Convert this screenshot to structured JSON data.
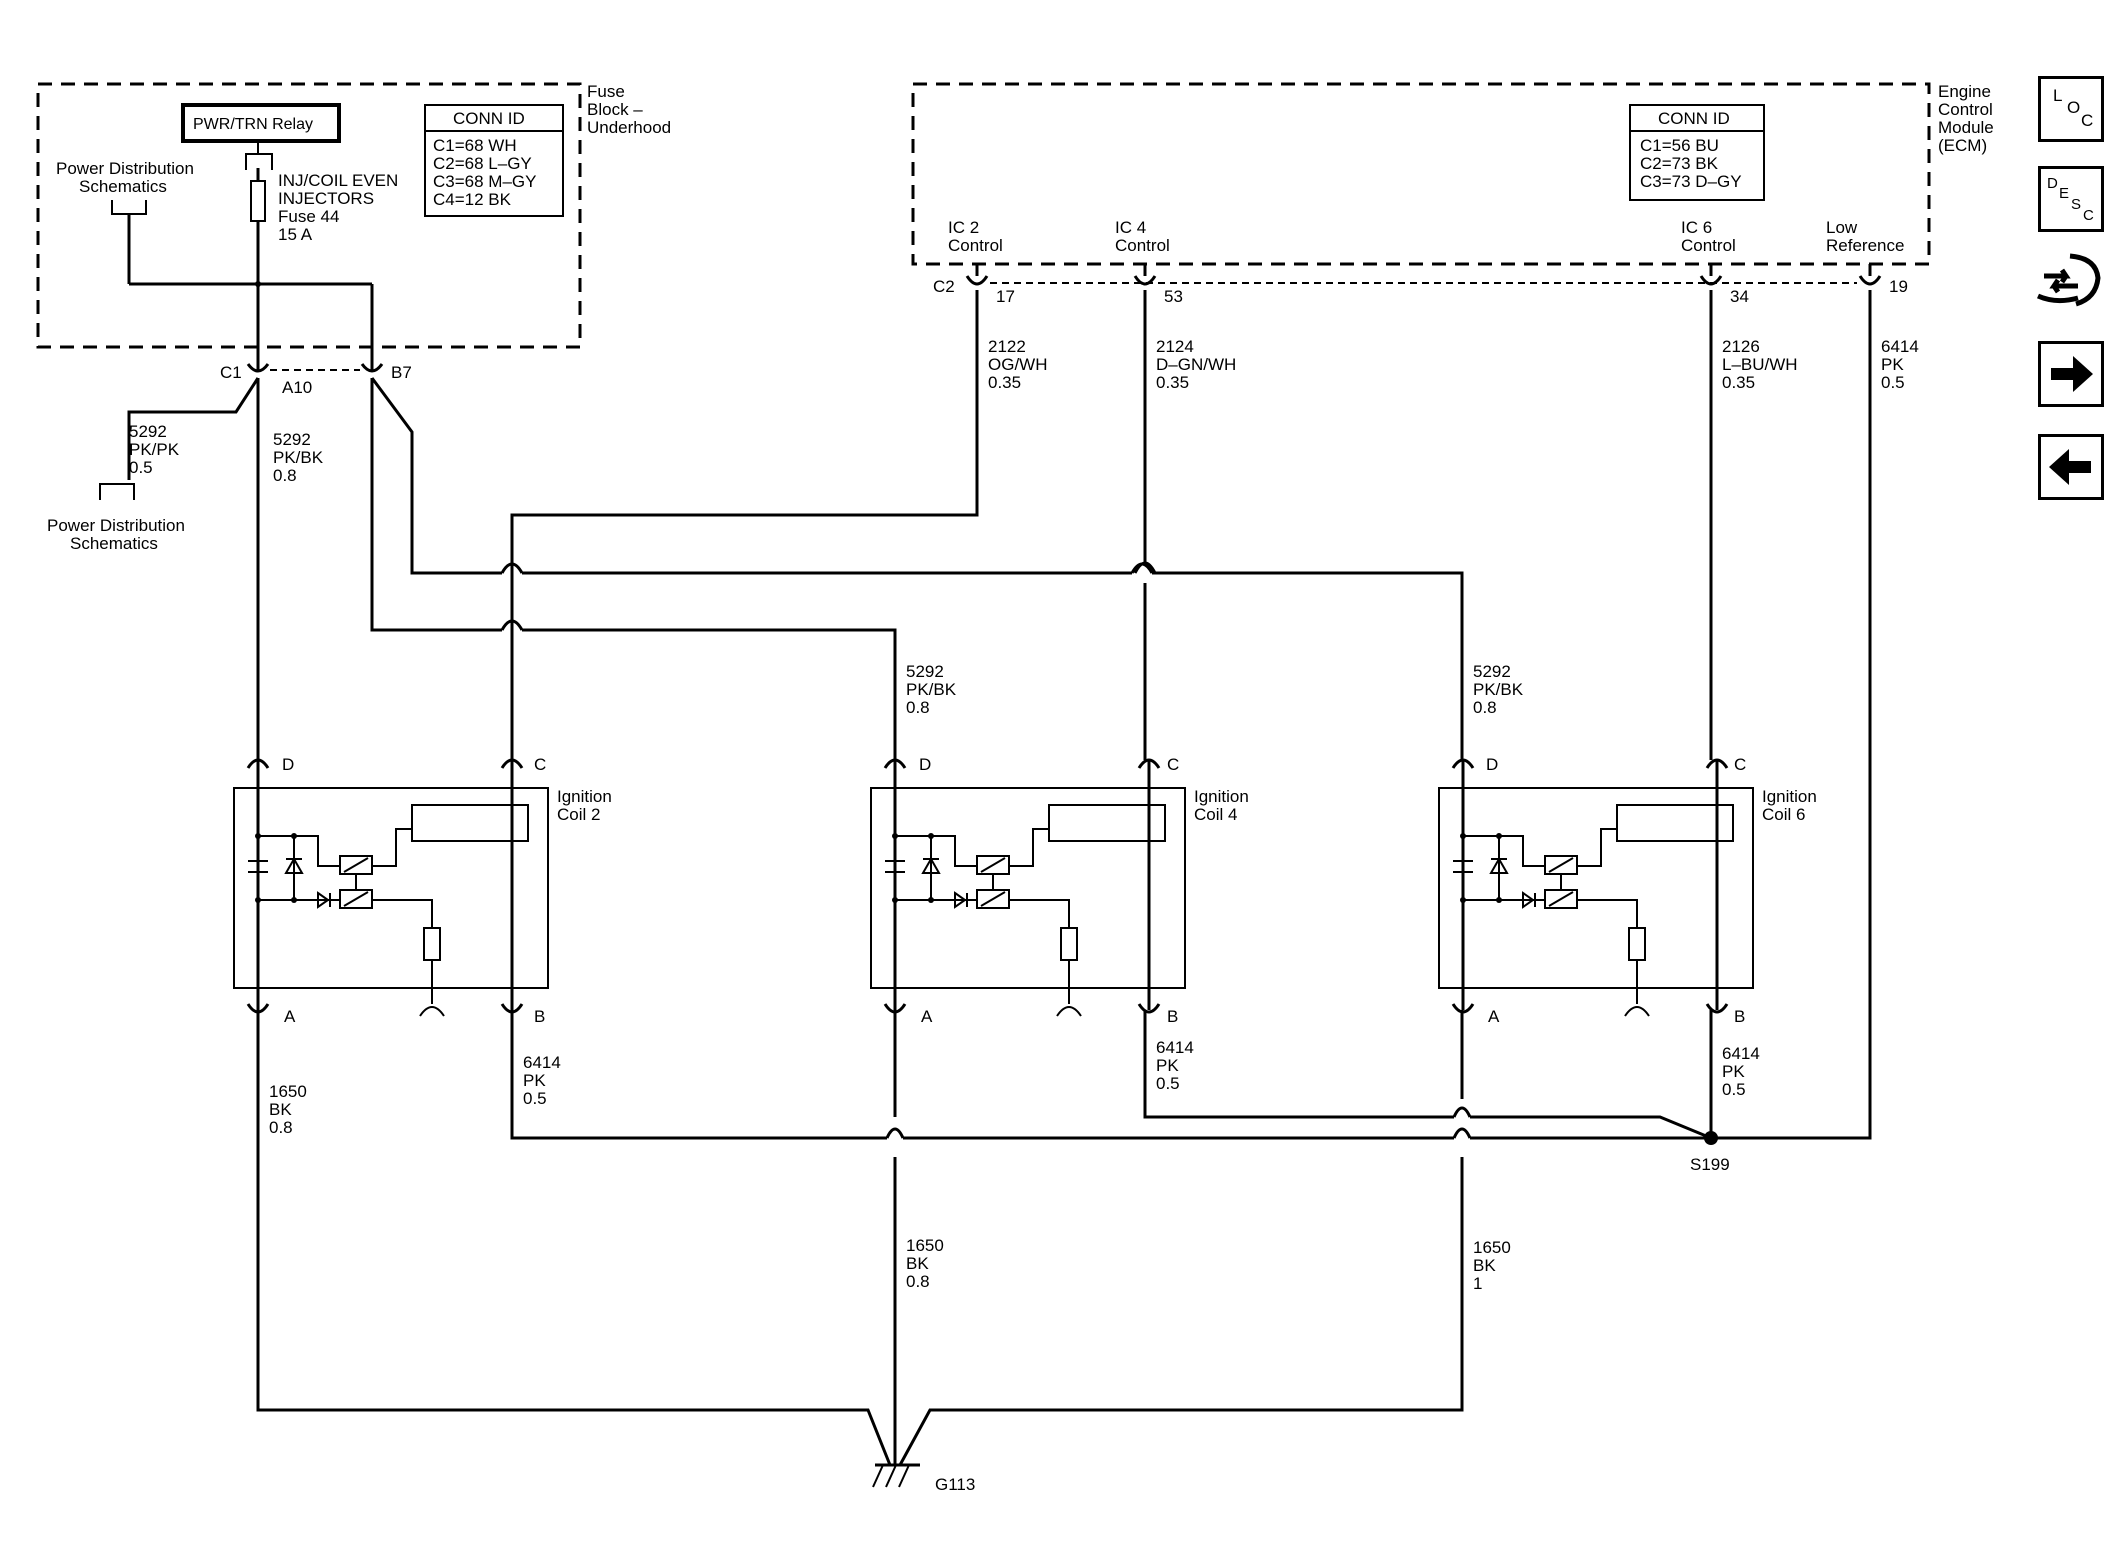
{
  "fuse_block": {
    "title": [
      "Fuse",
      "Block –",
      "Underhood"
    ],
    "relay_label": "PWR/TRN Relay",
    "conn_title": "CONN ID",
    "conn_rows": [
      "C1=68 WH",
      "C2=68 L–GY",
      "C3=68 M–GY",
      "C4=12 BK"
    ],
    "power_dist_top": [
      "Power Distribution",
      "Schematics"
    ],
    "fuse_label": [
      "INJ/COIL EVEN",
      "INJECTORS",
      "Fuse 44",
      "15 A"
    ],
    "pin_c1": "C1",
    "pin_a10": "A10",
    "pin_b7": "B7"
  },
  "ecm": {
    "title": [
      "Engine",
      "Control",
      "Module",
      "(ECM)"
    ],
    "conn_title": "CONN ID",
    "conn_rows": [
      "C1=56 BU",
      "C2=73 BK",
      "C3=73 D–GY"
    ],
    "ic2": [
      "IC 2",
      "Control"
    ],
    "ic4": [
      "IC 4",
      "Control"
    ],
    "ic6": [
      "IC 6",
      "Control"
    ],
    "lowref": [
      "Low",
      "Reference"
    ],
    "pin_c2": "C2",
    "pin_17": "17",
    "pin_53": "53",
    "pin_34": "34",
    "pin_19": "19"
  },
  "wires": {
    "w5292_pkpk": [
      "5292",
      "PK/PK",
      "0.5"
    ],
    "power_dist_bottom": [
      "Power Distribution",
      "Schematics"
    ],
    "w5292_coil2": [
      "5292",
      "PK/BK",
      "0.8"
    ],
    "w2122": [
      "2122",
      "OG/WH",
      "0.35"
    ],
    "w2124": [
      "2124",
      "D–GN/WH",
      "0.35"
    ],
    "w2126": [
      "2126",
      "L–BU/WH",
      "0.35"
    ],
    "w6414_top": [
      "6414",
      "PK",
      "0.5"
    ],
    "w5292_coil4": [
      "5292",
      "PK/BK",
      "0.8"
    ],
    "w5292_coil6": [
      "5292",
      "PK/BK",
      "0.8"
    ],
    "w6414_coil2": [
      "6414",
      "PK",
      "0.5"
    ],
    "w6414_coil4": [
      "6414",
      "PK",
      "0.5"
    ],
    "w6414_coil6": [
      "6414",
      "PK",
      "0.5"
    ],
    "w1650_coil2": [
      "1650",
      "BK",
      "0.8"
    ],
    "w1650_coil4": [
      "1650",
      "BK",
      "0.8"
    ],
    "w1650_coil6": [
      "1650",
      "BK",
      "1"
    ]
  },
  "coils": [
    {
      "title": [
        "Ignition",
        "Coil 2"
      ],
      "pin_d": "D",
      "pin_c": "C",
      "pin_a": "A",
      "pin_b": "B"
    },
    {
      "title": [
        "Ignition",
        "Coil 4"
      ],
      "pin_d": "D",
      "pin_c": "C",
      "pin_a": "A",
      "pin_b": "B"
    },
    {
      "title": [
        "Ignition",
        "Coil 6"
      ],
      "pin_d": "D",
      "pin_c": "C",
      "pin_a": "A",
      "pin_b": "B"
    }
  ],
  "splice_label": "S199",
  "ground_label": "G113",
  "nav": {
    "loc_letters": [
      "L",
      "O",
      "C"
    ],
    "desc_letters": [
      "D",
      "E",
      "S",
      "C"
    ]
  }
}
